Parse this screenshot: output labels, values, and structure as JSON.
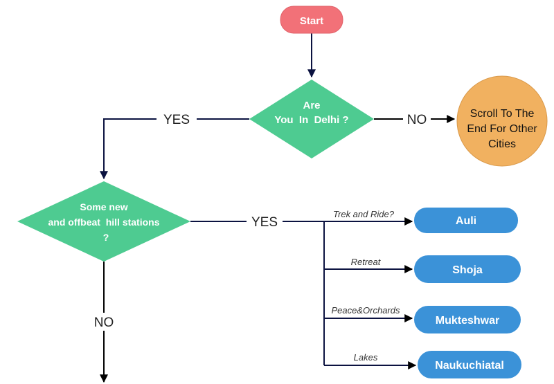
{
  "colors": {
    "start": "#f27178",
    "decision": "#4ecb91",
    "other": "#f1b160",
    "destination": "#3b92d8",
    "edge": "#0b1240"
  },
  "nodes": {
    "start": "Start",
    "delhi_q": {
      "line1": "Are",
      "line2": "You  In  Delhi ?"
    },
    "other_cities": {
      "line1": "Scroll To The",
      "line2": "End For Other",
      "line3": "Cities"
    },
    "offbeat_q": {
      "line1": "Some new",
      "line2": "and offbeat  hill stations",
      "line3": "?"
    },
    "auli": "Auli",
    "shoja": "Shoja",
    "mukteshwar": "Mukteshwar",
    "naukuchiatal": "Naukuchiatal"
  },
  "edges": {
    "delhi_yes": "YES",
    "delhi_no": "NO",
    "offbeat_yes": "YES",
    "offbeat_no": "NO",
    "trek": "Trek and Ride?",
    "retreat": "Retreat",
    "peace": "Peace&Orchards",
    "lakes": "Lakes"
  }
}
